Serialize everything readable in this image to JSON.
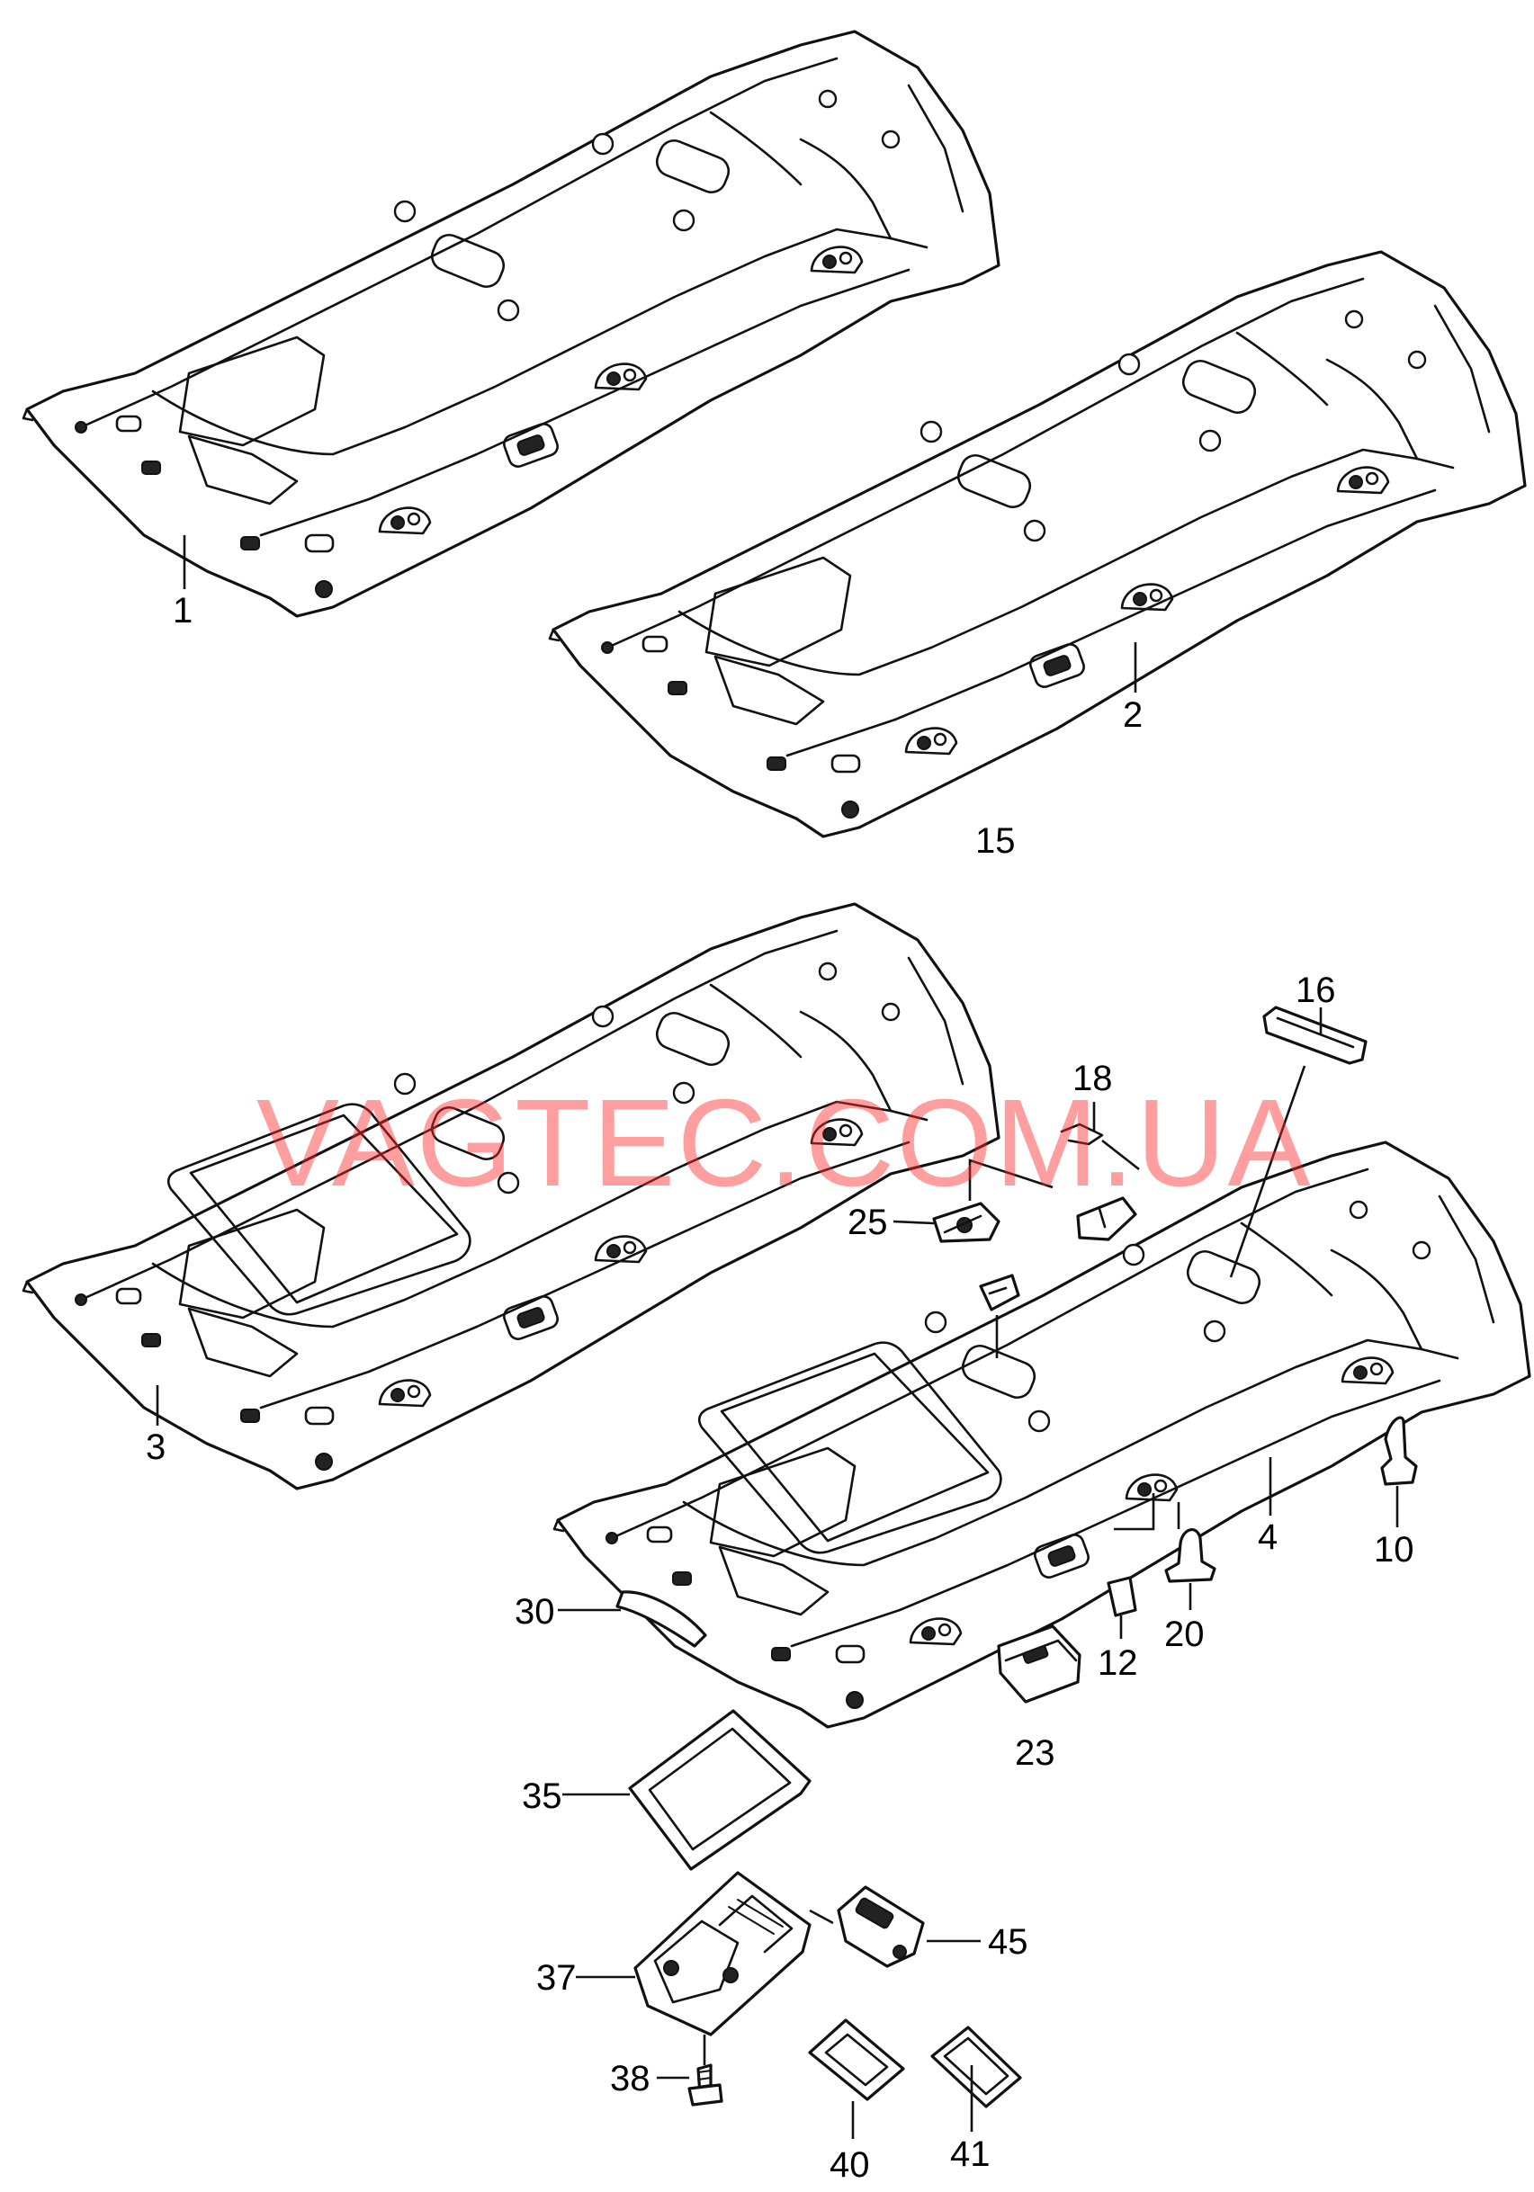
{
  "watermark": "VAGTEC.COM.UA",
  "callouts": {
    "c1": "1",
    "c2": "2",
    "c3": "3",
    "c4": "4",
    "c10": "10",
    "c12": "12",
    "c15": "15",
    "c16": "16",
    "c18": "18",
    "c20": "20",
    "c23": "23",
    "c25": "25",
    "c30": "30",
    "c35": "35",
    "c37": "37",
    "c38": "38",
    "c40": "40",
    "c41": "41",
    "c45": "45"
  },
  "colors": {
    "line": "#111111",
    "background": "#ffffff",
    "watermark": "#ff2b2b"
  }
}
